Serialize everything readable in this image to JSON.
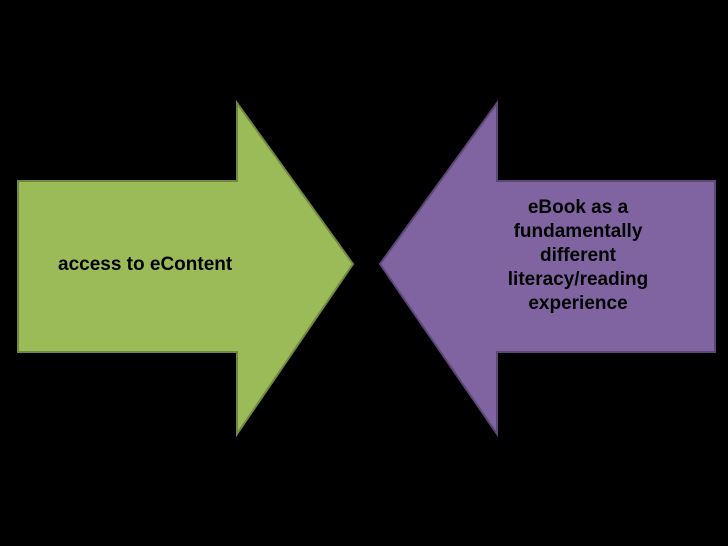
{
  "slide": {
    "background_color": "#000000",
    "left_arrow": {
      "label": "access to eContent",
      "fill_color": "#9bbb59",
      "stroke_color": "#71893f",
      "direction": "right"
    },
    "right_arrow": {
      "label": "eBook as a fundamentally different literacy/reading experience",
      "fill_color": "#8064a2",
      "stroke_color": "#5c4776",
      "direction": "left"
    }
  }
}
